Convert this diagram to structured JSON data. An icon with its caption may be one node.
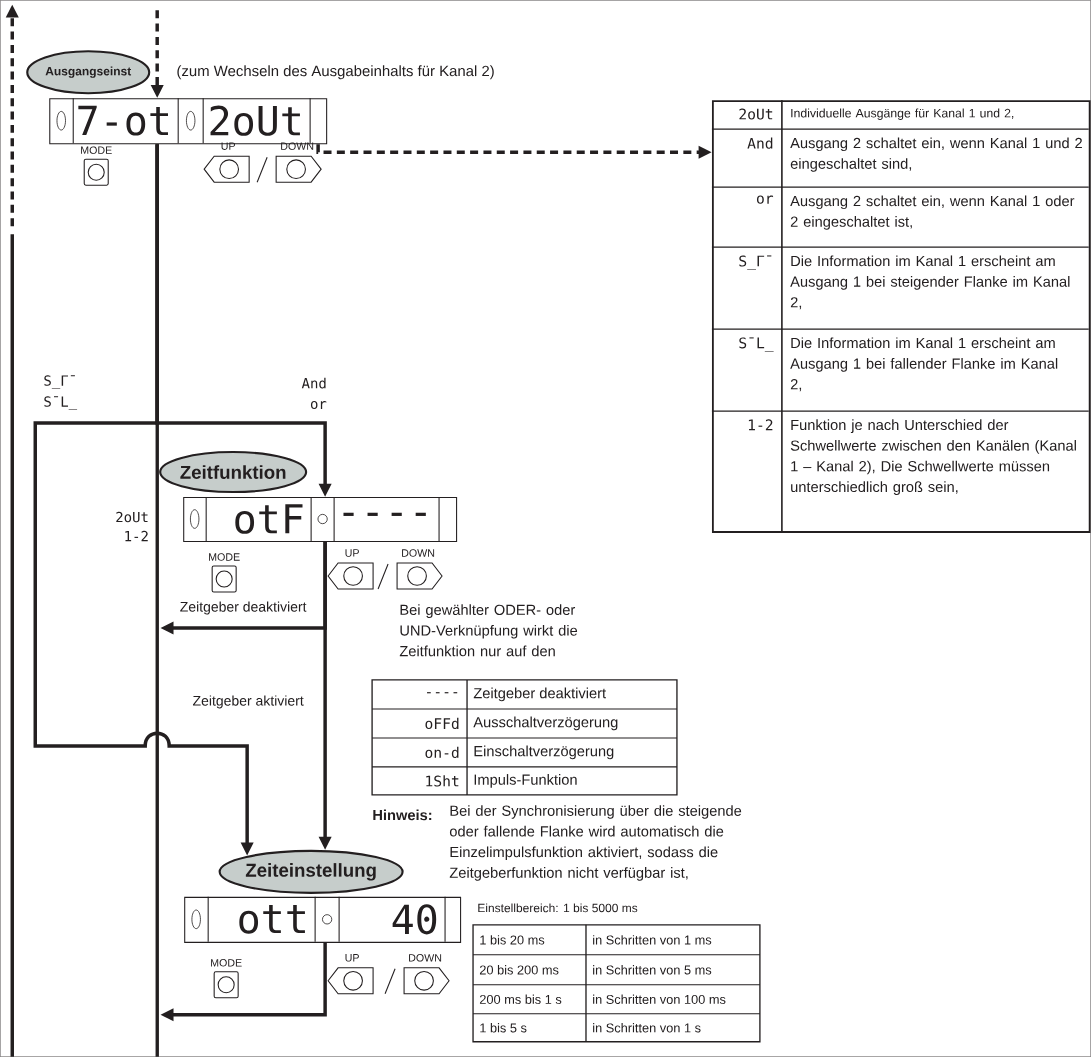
{
  "diagram": {
    "nodes": [
      {
        "text": [
          "Ausgangseinst"
        ]
      },
      {
        "text": [
          "7-ot",
          "2oUt"
        ]
      },
      {
        "text": [
          "2oUt",
          "Individuelle Ausgänge für Kanal 1 und 2,",
          "And",
          "Ausgang 2 schaltet ein, wenn Kanal 1 und 2 eingeschaltet sind,",
          "or",
          "Ausgang 2 schaltet ein, wenn Kanal 1 oder 2 eingeschaltet ist,",
          "S_Γ¯",
          "Die Information im Kanal 1 erscheint am Ausgang 1 bei steigender Flanke im Kanal 2,",
          "S¯L_",
          "Die Information im Kanal 1 erscheint am Ausgang 1 bei fallender Flanke im Kanal 2,",
          "1-2",
          "Funktion je nach Unterschied der Schwellwerte zwischen den Kanälen (Kanal 1 – Kanal 2), Die Schwellwerte müssen unterschiedlich groß sein,"
        ]
      },
      {
        "text": [
          "Zeitfunktion"
        ]
      },
      {
        "text": [
          "otF",
          "----"
        ]
      },
      {
        "text": [
          "Zeiteinstellung"
        ]
      },
      {
        "text": [
          "ott",
          "40"
        ]
      }
    ],
    "edges": [
      {
        "from": null,
        "to": 1,
        "arrow": "to",
        "style": "dashed"
      },
      {
        "from": 1,
        "to": 2,
        "arrow": "to",
        "style": "dashed"
      },
      {
        "from": 1,
        "to": 4,
        "arrow": "to"
      },
      {
        "from": 1,
        "to": 5,
        "arrow": "to"
      },
      {
        "from": 4,
        "to": 5,
        "arrow": "to",
        "label": "Zeitgeber aktiviert"
      },
      {
        "from": 4,
        "to": null,
        "arrow": "to",
        "label": "Zeitgeber deaktiviert"
      },
      {
        "from": 6,
        "to": null,
        "arrow": "to"
      },
      {
        "from": 1,
        "to": null,
        "arrow": "none"
      }
    ],
    "labels": [
      "(zum Wechseln des Ausgabeinhalts für Kanal 2)",
      "MODE",
      "UP",
      "DOWN",
      "S_Γ¯",
      "S¯L_",
      "And",
      "or",
      "2oUt",
      "1-2",
      "MODE",
      "UP",
      "DOWN",
      "Bei gewählter ODER- oder UND-Verknüpfung wirkt die Zeitfunktion nur auf den",
      "----",
      "Zeitgeber deaktiviert",
      "oFFd",
      "Ausschaltverzögerung",
      "on-d",
      "Einschaltverzögerung",
      "1Sht",
      "Impuls-Funktion",
      "Hinweis:",
      "Bei der Synchronisierung über die steigende oder fallende Flanke wird automatisch die Einzelimpulsfunktion aktiviert, sodass die Zeitgeberfunktion nicht verfügbar ist,",
      "Einstellbereich: 1 bis 5000 ms",
      "MODE",
      "UP",
      "DOWN",
      "1 bis 20 ms",
      "in Schritten von 1 ms",
      "20 bis 200 ms",
      "in Schritten von 5 ms",
      "200 ms bis 1 s",
      "in Schritten von 100 ms",
      "1 bis 5 s",
      "in Schritten von 1 s"
    ]
  }
}
